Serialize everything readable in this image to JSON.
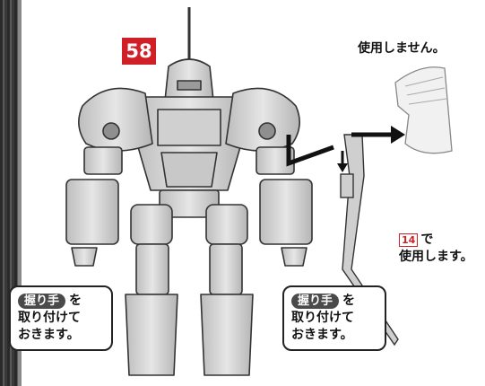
{
  "step": {
    "number": "58"
  },
  "notes": {
    "unused": "使用しません。",
    "use_with_num": "14",
    "use_with_line1": "で",
    "use_with_line2": "使用します。"
  },
  "callouts": {
    "left": {
      "part": "握り手",
      "particle": "を",
      "line2": "取り付けて",
      "line3": "おきます。"
    },
    "right": {
      "part": "握り手",
      "particle": "を",
      "line2": "取り付けて",
      "line3": "おきます。"
    }
  },
  "colors": {
    "badge": "#d01f26",
    "pill": "#4a4a4a",
    "arrow": "#111111"
  }
}
